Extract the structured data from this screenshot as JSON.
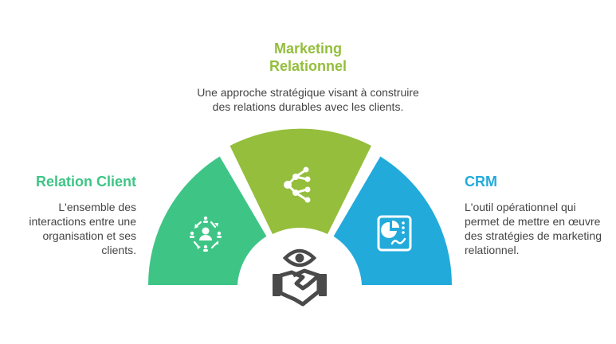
{
  "colors": {
    "green": "#3EC586",
    "lime": "#94BE3C",
    "blue": "#22AADB",
    "dark_icon": "#4A4A4A",
    "text": "#444444"
  },
  "center": {
    "icon": "eye-handshake-icon"
  },
  "segments": [
    {
      "id": "relation-client",
      "title": "Relation Client",
      "description": "L'ensemble des interactions entre une organisation et ses clients.",
      "icon": "people-network-icon",
      "color": "#3EC586"
    },
    {
      "id": "marketing-relationnel",
      "title": "Marketing Relationnel",
      "title_line1": "Marketing",
      "title_line2": "Relationnel",
      "description": "Une approche stratégique visant à construire des relations durables avec les clients.",
      "description_line1": "Une approche stratégique visant à construire",
      "description_line2": "des relations durables avec les clients.",
      "icon": "share-branches-icon",
      "color": "#94BE3C"
    },
    {
      "id": "crm",
      "title": "CRM",
      "description": "L'outil opérationnel qui permet de mettre en œuvre des stratégies de marketing relationnel.",
      "icon": "dashboard-chart-icon",
      "color": "#22AADB"
    }
  ]
}
